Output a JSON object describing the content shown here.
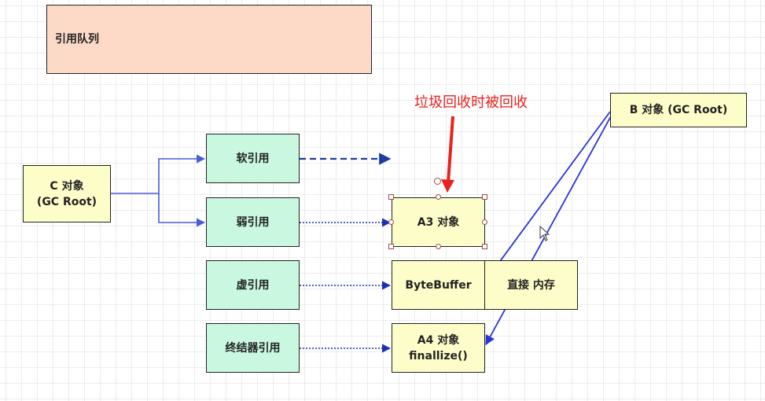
{
  "boxes": {
    "queue": "引用队列",
    "c_obj": "C 对象\n(GC Root)",
    "b_obj": "B 对象 (GC Root)",
    "soft": "软引用",
    "weak": "弱引用",
    "phantom": "虚引用",
    "final": "终结器引用",
    "a3": "A3 对象",
    "bytebuffer": "ByteBuffer",
    "direct": "直接 内存",
    "a4": "A4 对象\nfinallize()"
  },
  "annotation": "垃圾回收时被回收",
  "colors": {
    "grid": "#ececec",
    "queue_fill": "#fcdac7",
    "object_fill": "#fdfdc9",
    "reference_fill": "#c9f7e0",
    "connector": "#4a5cd6",
    "reference_arrow": "#1d2fb8",
    "soft_arrow": "#1f3d9e",
    "b_arrows": "#2b33d8",
    "annotation_red": "#e8221d"
  }
}
